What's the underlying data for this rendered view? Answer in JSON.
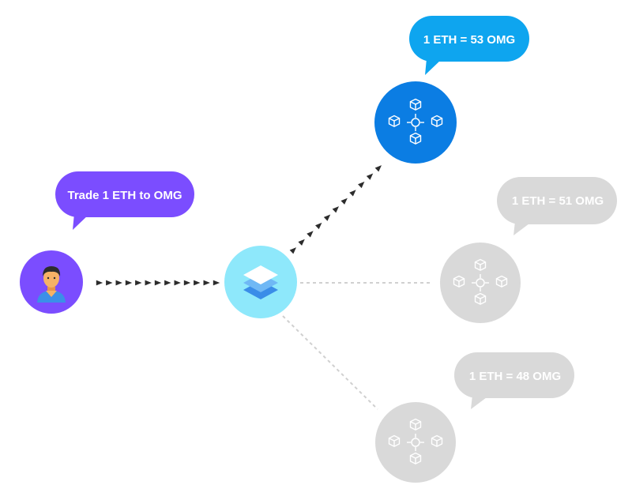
{
  "user": {
    "speech": "Trade 1 ETH to OMG",
    "icon": "user-avatar-icon"
  },
  "aggregator": {
    "icon": "layers-icon"
  },
  "exchanges": [
    {
      "rate_text": "1 ETH = 53 OMG",
      "icon": "network-nodes-icon",
      "state": "selected"
    },
    {
      "rate_text": "1 ETH = 51 OMG",
      "icon": "network-nodes-icon",
      "state": "inactive"
    },
    {
      "rate_text": "1 ETH = 48 OMG",
      "icon": "network-nodes-icon",
      "state": "inactive"
    }
  ],
  "colors": {
    "user": "#7b4dff",
    "aggregator": "#8ee8fb",
    "exchange_selected": "#0b7de3",
    "selected_bubble": "#0ea5ef",
    "inactive": "#d9d9d9",
    "arrow": "#2c2c2c"
  }
}
